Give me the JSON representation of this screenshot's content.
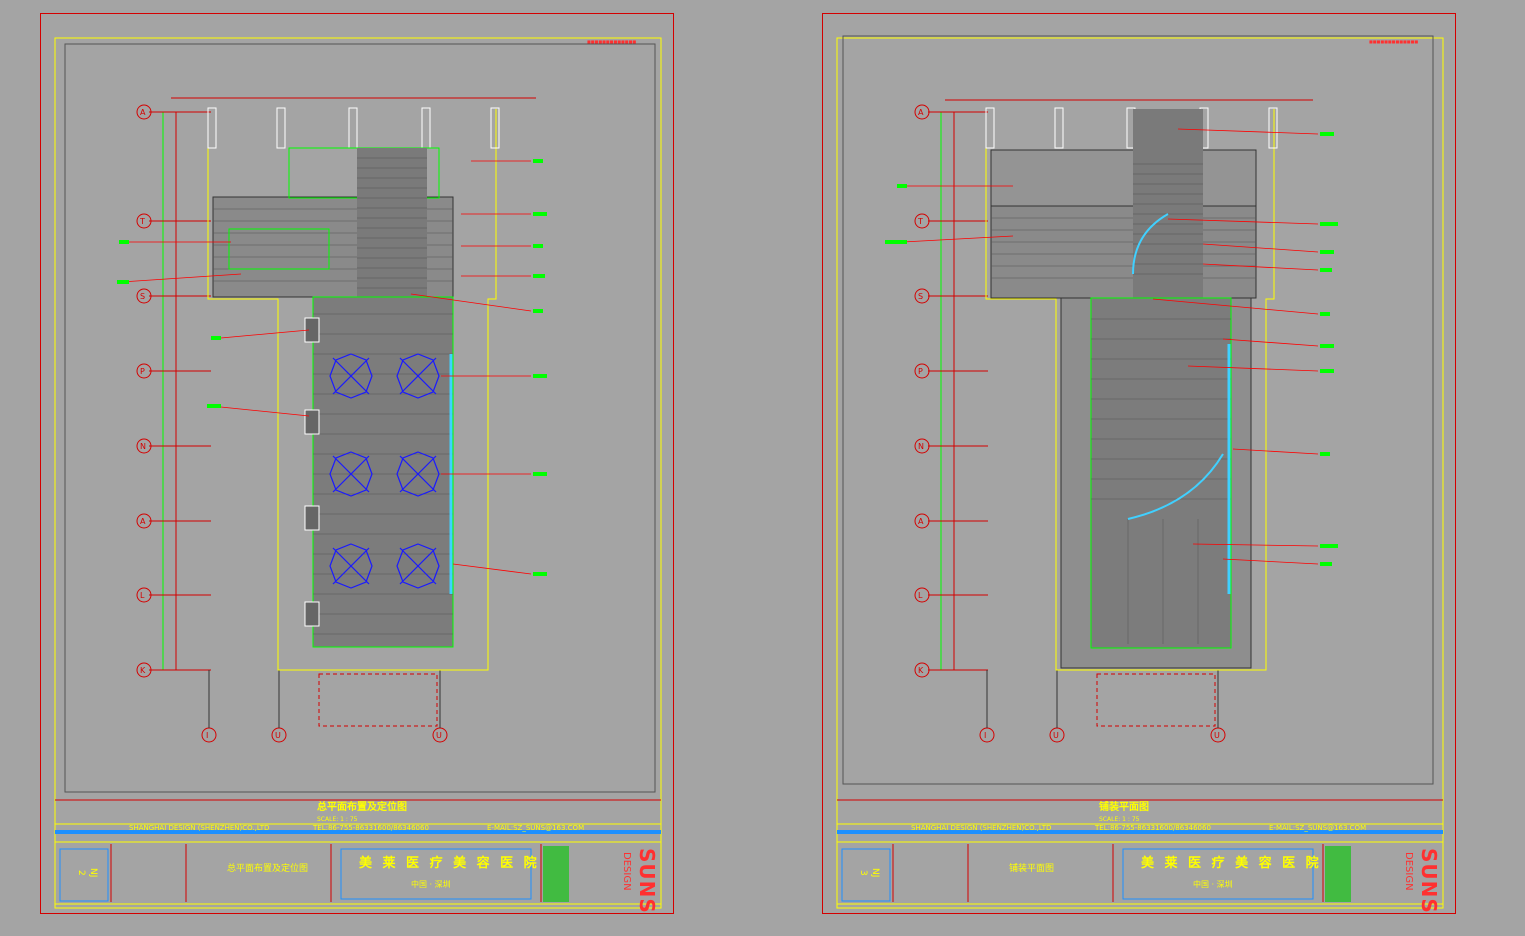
{
  "sheets": [
    {
      "sheet_title": "总平面布置及定位图",
      "scale": "SCALE: 1 : 75",
      "company": "SHANGHAI DESIGN (SHENZHEN)CO.,LTD",
      "tel": "TEL:86-755-86331600/86346060",
      "email": "E-MAIL:SZ_SUNS@163.COM",
      "project": "美 莱 医 疗 美 容 医 院",
      "location": "中国 · 深圳",
      "tb_title": "总平面布置及定位图",
      "sheet_no": "2",
      "sheet_code": "NJ",
      "brand": "SUNS",
      "brand_sub": "DESIGN",
      "grid_rows": [
        "A",
        "T",
        "S",
        "P",
        "N",
        "A",
        "L",
        "K"
      ],
      "grid_cols": [
        "I",
        "U",
        "U"
      ]
    },
    {
      "sheet_title": "铺装平面图",
      "scale": "SCALE: 1 : 75",
      "company": "SHANGHAI DESIGN (SHENZHEN)CO.,LTD",
      "tel": "TEL:86-755-86331600/86346060",
      "email": "E-MAIL:SZ_SUNS@163.COM",
      "project": "美 莱 医 疗 美 容 医 院",
      "location": "中国 · 深圳",
      "tb_title": "铺装平面图",
      "sheet_no": "3",
      "sheet_code": "NJ",
      "brand": "SUNS",
      "brand_sub": "DESIGN",
      "grid_rows": [
        "A",
        "T",
        "S",
        "P",
        "N",
        "A",
        "L",
        "K"
      ],
      "grid_cols": [
        "I",
        "U",
        "U"
      ]
    }
  ],
  "colors": {
    "background": "#a4a4a4",
    "border": "#d40000",
    "frame": "#ffff00",
    "annotation": "#00ff00",
    "leader": "#ff0000",
    "umbrella": "#1a1aff",
    "water": "#40d0ff"
  }
}
